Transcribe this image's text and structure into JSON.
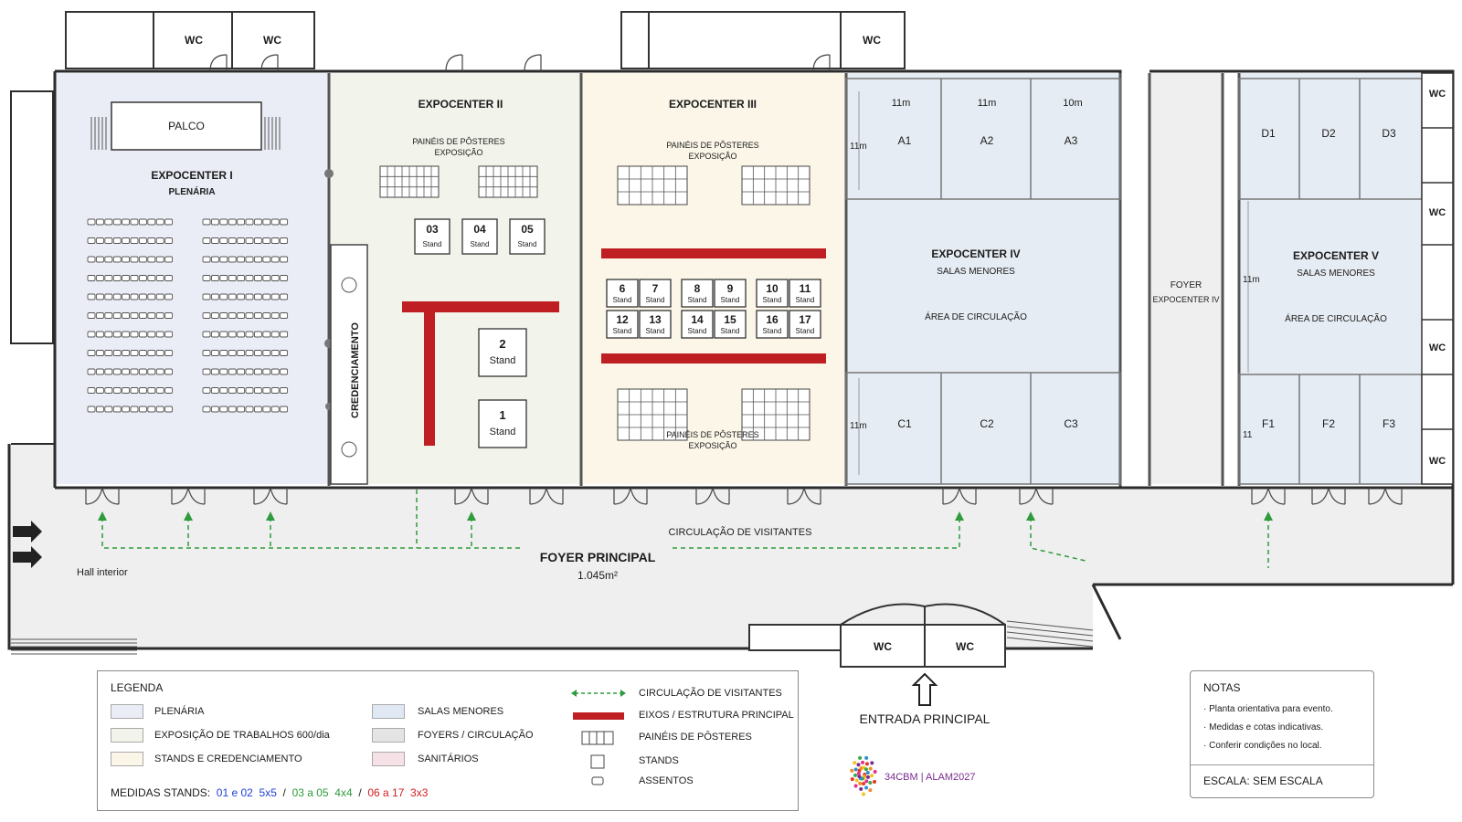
{
  "colors": {
    "plenaria": "#ebedf6",
    "exposicao": "#f2f3ea",
    "stands": "#fbf6e8",
    "salas": "#e6ecf3",
    "foyer": "#efefef",
    "sanitarios": "#f6e5ea",
    "structure_red": "#bf1e22",
    "arrow_green": "#2e9b3c",
    "stands_blue": "#1f3fd6",
    "stands_green": "#2e9b3c",
    "stands_red": "#d21e1e"
  },
  "wc_label": "WC",
  "stand_word": "Stand",
  "halls": {
    "e1": {
      "title": "EXPOCENTER I",
      "subtitle": "PLENÁRIA",
      "stage": "PALCO"
    },
    "e2": {
      "title": "EXPOCENTER II",
      "posters": "PAINÉIS DE PÔSTERES",
      "posters2": "EXPOSIÇÃO",
      "accreditation": "CREDENCIAMENTO"
    },
    "e3": {
      "title": "EXPOCENTER III",
      "posters": "PAINÉIS DE PÔSTERES",
      "posters2": "EXPOSIÇÃO"
    },
    "e4": {
      "title": "EXPOCENTER IV",
      "subtitle": "SALAS MENORES",
      "circulation": "ÁREA DE CIRCULAÇÃO",
      "rooms_top": [
        "A1",
        "A2",
        "A3"
      ],
      "rooms_bottom": [
        "C1",
        "C2",
        "C3"
      ],
      "dims": [
        "11m",
        "11m",
        "10m"
      ],
      "side_dim": "11m"
    },
    "e5": {
      "title": "EXPOCENTER V",
      "subtitle": "SALAS MENORES",
      "circulation": "ÁREA DE CIRCULAÇÃO",
      "rooms_top": [
        "D1",
        "D2",
        "D3"
      ],
      "rooms_bottom": [
        "F1",
        "F2",
        "F3"
      ],
      "side_dim": "11m",
      "side_dim2": "11"
    },
    "foyer4": {
      "line1": "FOYER",
      "line2": "EXPOCENTER IV"
    }
  },
  "stands_e2": [
    "03",
    "04",
    "05",
    "2",
    "1"
  ],
  "stands_e3": [
    "6",
    "7",
    "8",
    "9",
    "10",
    "11",
    "12",
    "13",
    "14",
    "15",
    "16",
    "17"
  ],
  "foyer": {
    "title": "FOYER PRINCIPAL",
    "area": "1.045m²",
    "circulation": "CIRCULAÇÃO DE VISITANTES",
    "hall": "Hall interior"
  },
  "entrance": "ENTRADA PRINCIPAL",
  "legend": {
    "title": "LEGENDA",
    "items": [
      "PLENÁRIA",
      "EXPOSIÇÃO DE TRABALHOS  600/dia",
      "STANDS E CREDENCIAMENTO",
      "SALAS MENORES",
      "FOYERS / CIRCULAÇÃO",
      "SANITÁRIOS"
    ],
    "symbols": [
      "CIRCULAÇÃO DE VISITANTES",
      "EIXOS / ESTRUTURA PRINCIPAL",
      "PAINÉIS DE PÔSTERES",
      "STANDS",
      "ASSENTOS"
    ],
    "measures_label": "MEDIDAS STANDS:",
    "m1": "01 e 02",
    "m1s": "5x5",
    "m2": "03 a 05",
    "m2s": "4x4",
    "m3": "06 a 17",
    "m3s": "3x3",
    "sep": "/"
  },
  "notes": {
    "title": "NOTAS",
    "items": [
      "Planta orientativa para evento.",
      "Medidas e cotas indicativas.",
      "Conferir condições no local."
    ],
    "scale": "ESCALA: SEM ESCALA"
  },
  "logo": {
    "text": "34CBM | ALAM2027"
  }
}
